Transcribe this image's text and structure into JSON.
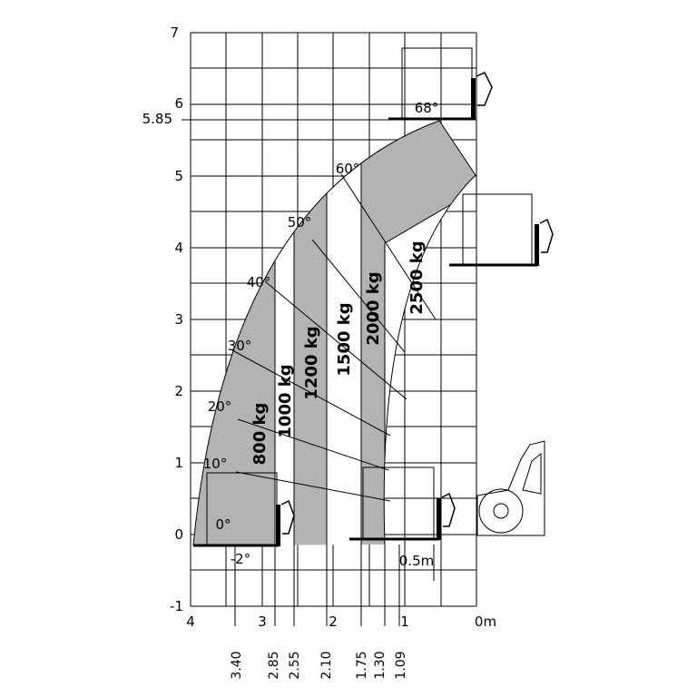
{
  "axis": {
    "y_ticks": [
      "7",
      "6",
      "5",
      "4",
      "3",
      "2",
      "1",
      "0",
      "-1"
    ],
    "y_extra_tick": "5.85",
    "x_ticks": [
      "4",
      "3",
      "2",
      "1",
      "0m"
    ],
    "x_extra_ticks": [
      "3.40",
      "2.85",
      "2.55",
      "2.10",
      "1.75",
      "1.30",
      "1.09"
    ],
    "scale_note": "0.5m"
  },
  "angles": [
    "68°",
    "60°",
    "50°",
    "40°",
    "30°",
    "20°",
    "10°",
    "0°",
    "-2°"
  ],
  "load_zones": [
    {
      "label": "800 kg",
      "capacity_kg": 800,
      "shaded": true
    },
    {
      "label": "1000 kg",
      "capacity_kg": 1000,
      "shaded": false
    },
    {
      "label": "1200 kg",
      "capacity_kg": 1200,
      "shaded": true
    },
    {
      "label": "1500 kg",
      "capacity_kg": 1500,
      "shaded": false
    },
    {
      "label": "2000 kg",
      "capacity_kg": 2000,
      "shaded": true
    },
    {
      "label": "2500 kg",
      "capacity_kg": 2500,
      "shaded": false
    }
  ],
  "colors": {
    "shade": "#b3b3b3",
    "line": "#000000",
    "background": "#ffffff"
  },
  "icons": [
    "fork-icon",
    "wheel-icon",
    "machine-cab-icon"
  ]
}
